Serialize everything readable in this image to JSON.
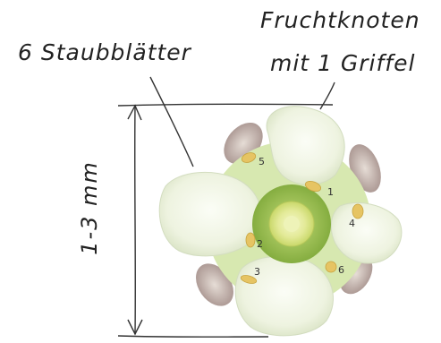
{
  "labels": {
    "stamens": "6 Staubblätter",
    "ovary_line1": "Fruchtknoten",
    "ovary_line2": "mit 1 Griffel",
    "size": "1-3 mm"
  },
  "stamen_numbers": [
    "1",
    "2",
    "3",
    "4",
    "5",
    "6"
  ],
  "colors": {
    "petal": "#f1f5e6",
    "sepal": "#c9b8b2",
    "ovary": "#9fc455",
    "stigma": "#e6ec9c",
    "anther": "#e6c463",
    "line": "#333333"
  }
}
